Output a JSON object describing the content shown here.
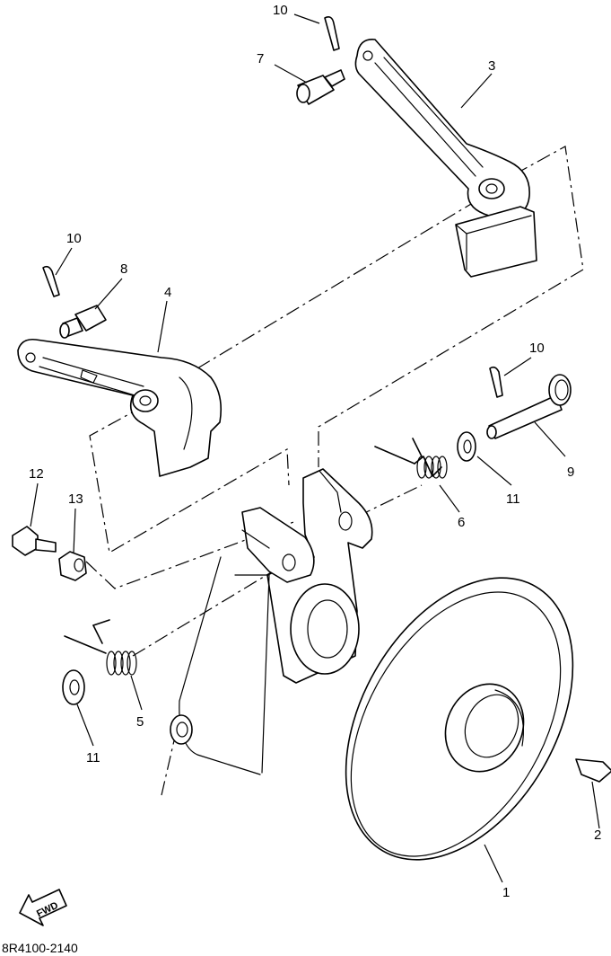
{
  "callouts": {
    "c1": "1",
    "c2": "2",
    "c3": "3",
    "c4": "4",
    "c5": "5",
    "c6": "6",
    "c7": "7",
    "c8": "8",
    "c9": "9",
    "c10a": "10",
    "c10b": "10",
    "c10c": "10",
    "c11a": "11",
    "c11b": "11",
    "c12": "12",
    "c13": "13"
  },
  "fwd_label": "FWD",
  "drawing_code": "8R4100-2140",
  "colors": {
    "ink": "#000000",
    "paper": "#ffffff"
  }
}
